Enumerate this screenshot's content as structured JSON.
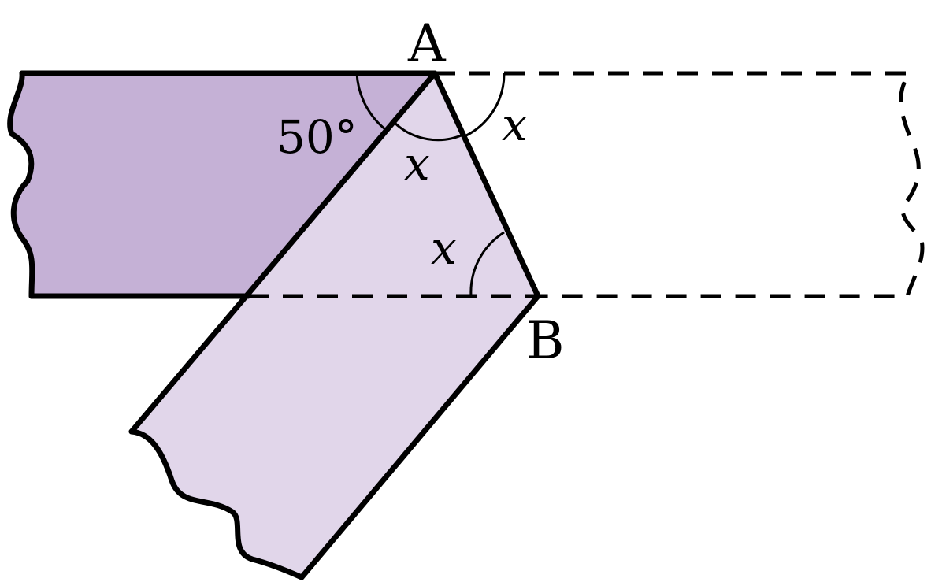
{
  "diagram": {
    "points": {
      "a": "A",
      "b": "B"
    },
    "angles": {
      "given": "50°",
      "x_top_right": "x",
      "x_at_a_inside": "x",
      "x_at_b": "x"
    },
    "colors": {
      "dark_strip": "#c5b1d6",
      "light_strip": "#e1d6ea",
      "outline": "#000000",
      "background": "#ffffff"
    }
  }
}
